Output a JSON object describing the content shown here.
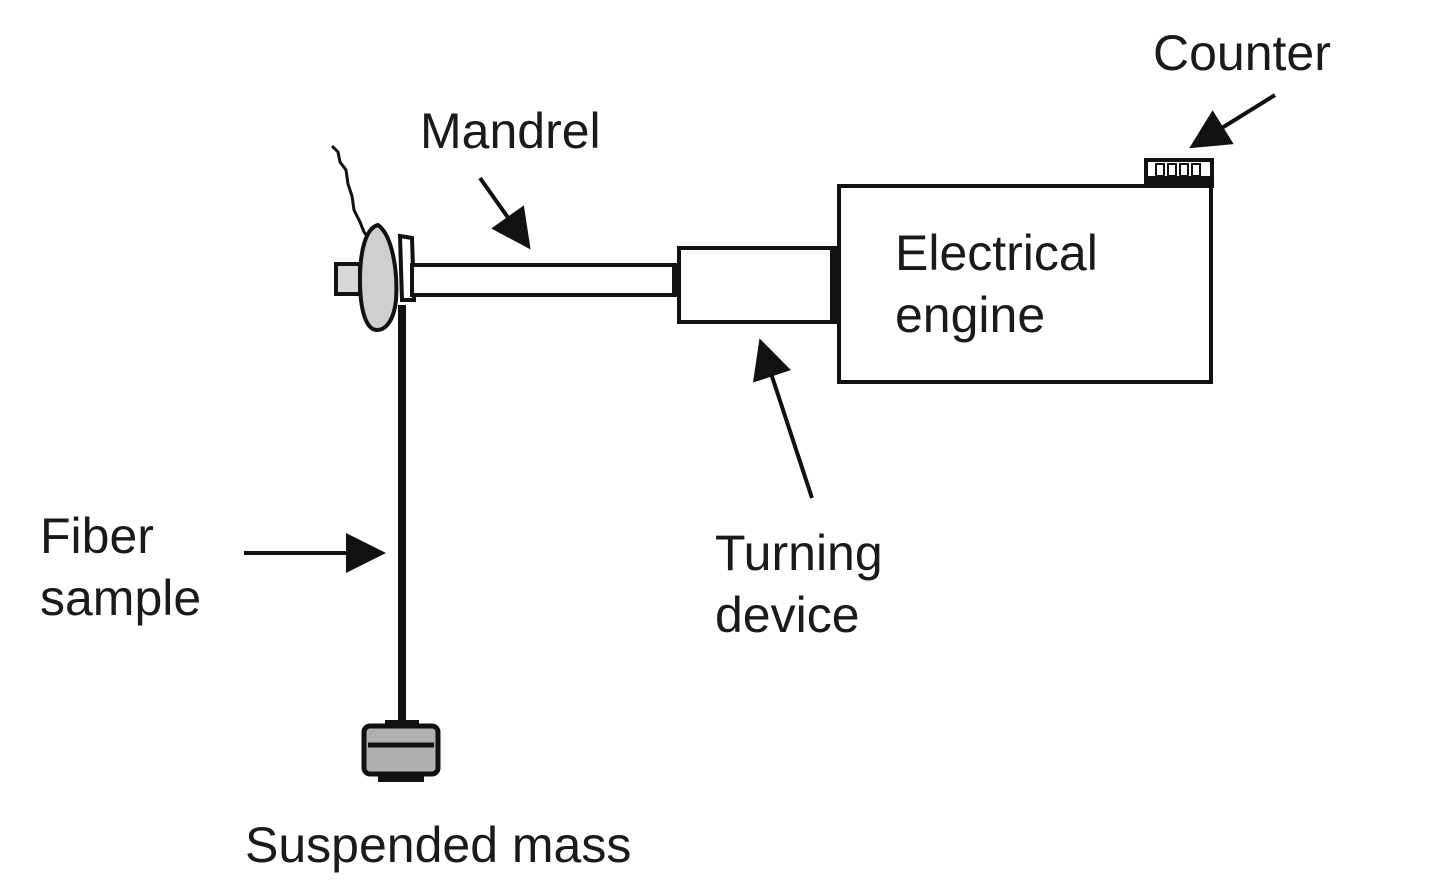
{
  "figure": {
    "description": "Schematic of a fiber torsion/twisting apparatus",
    "colors": {
      "line": "#111111",
      "text": "#1a1a1a",
      "background": "#ffffff",
      "clamp_fill": "#c8c8c8",
      "mass_fill": "#a8a8a8"
    },
    "labels": {
      "counter": "Counter",
      "mandrel": "Mandrel",
      "engine_line1": "Electrical",
      "engine_line2": "engine",
      "fiber_line1": "Fiber",
      "fiber_line2": "sample",
      "turning_line1": "Turning",
      "turning_line2": "device",
      "mass": "Suspended mass"
    },
    "components": [
      {
        "id": "clamp",
        "name": "Fiber clamp / collar on mandrel"
      },
      {
        "id": "mandrel",
        "name": "Mandrel"
      },
      {
        "id": "turning-device",
        "name": "Turning device"
      },
      {
        "id": "electrical-engine",
        "name": "Electrical engine"
      },
      {
        "id": "counter",
        "name": "Counter"
      },
      {
        "id": "fiber-sample",
        "name": "Fiber sample"
      },
      {
        "id": "suspended-mass",
        "name": "Suspended mass"
      }
    ],
    "arrows": [
      {
        "from": "Counter label",
        "to": "counter"
      },
      {
        "from": "Mandrel label",
        "to": "mandrel"
      },
      {
        "from": "Turning device label",
        "to": "turning-device"
      },
      {
        "from": "Fiber sample label",
        "to": "fiber-sample"
      }
    ]
  }
}
